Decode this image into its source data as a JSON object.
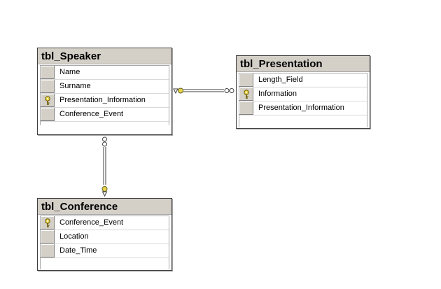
{
  "tables": {
    "speaker": {
      "title": "tbl_Speaker",
      "columns": [
        "Name",
        "Surname",
        "Presentation_Information",
        "Conference_Event"
      ]
    },
    "presentation": {
      "title": "tbl_Presentation",
      "columns": [
        "Length_Field",
        "Information",
        "Presentation_Information"
      ]
    },
    "conference": {
      "title": "tbl_Conference",
      "columns": [
        "Conference_Event",
        "Location",
        "Date_Time"
      ]
    }
  },
  "relationships": [
    {
      "from": "tbl_Speaker.Presentation_Information",
      "to": "tbl_Presentation.Information",
      "one_end": "tbl_Speaker",
      "many_end": "tbl_Presentation"
    },
    {
      "from": "tbl_Speaker.Conference_Event",
      "to": "tbl_Conference.Conference_Event",
      "one_end": "tbl_Conference",
      "many_end": "tbl_Speaker"
    }
  ],
  "colors": {
    "key": "#e8d34a",
    "line": "#404040",
    "header": "#d4d0c8"
  },
  "icons": {
    "primary_key": "key-icon",
    "one_end": "key-icon",
    "many_end": "infinity-icon"
  }
}
